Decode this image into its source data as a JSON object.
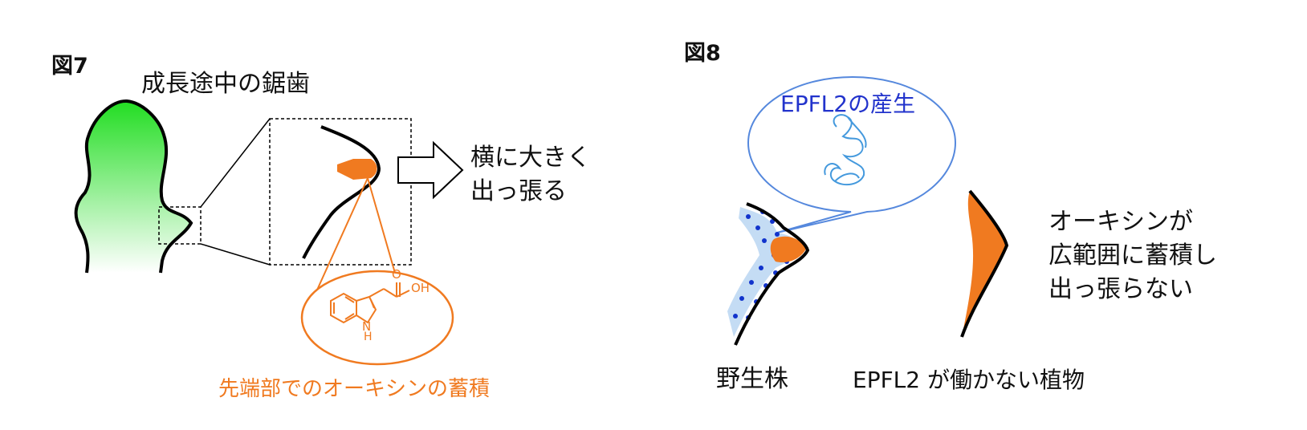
{
  "fig7": {
    "title": "図7",
    "growing_serration": "成長途中の鋸歯",
    "protrude_line1": "横に大きく",
    "protrude_line2": "出っ張る",
    "auxin_tip": "先端部でのオーキシンの蓄積",
    "molecule_oh": "OH",
    "molecule_o": "O",
    "molecule_nh": "N",
    "molecule_h": "H"
  },
  "fig8": {
    "title": "図8",
    "epfl2_production": "EPFL2の産生",
    "wild_type": "野生株",
    "mutant": "EPFL2 が働かない植物",
    "auxin_line1": "オーキシンが",
    "auxin_line2": "広範囲に蓄積し",
    "auxin_line3": "出っ張らない"
  },
  "colors": {
    "leaf_green": "#22dd22",
    "auxin_orange": "#f07a20",
    "epfl_blue": "#2233cc",
    "bubble_blue": "#5588dd"
  }
}
